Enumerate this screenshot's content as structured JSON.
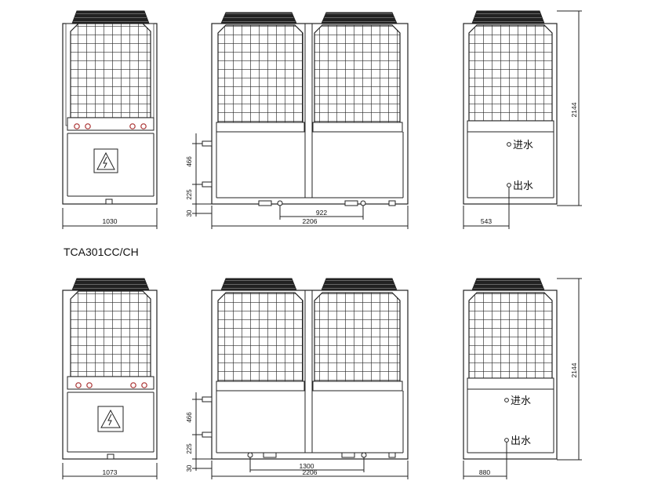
{
  "model_label": "TCA301CC/CH",
  "warning_icon": "high-voltage-warning-icon",
  "rows": [
    {
      "front_width": "1030",
      "side_inlet_height": "466",
      "side_outlet_height": "225",
      "side_base_height": "30",
      "side_pipe_spacing": "922",
      "side_width": "2206",
      "right_height": "2144",
      "right_offset": "543",
      "inlet_label": "进水",
      "outlet_label": "出水"
    },
    {
      "front_width": "1073",
      "side_inlet_height": "466",
      "side_outlet_height": "225",
      "side_base_height": "30",
      "side_pipe_spacing": "1300",
      "side_width": "2206",
      "right_height": "2144",
      "right_offset": "880",
      "inlet_label": "进水",
      "outlet_label": "出水"
    }
  ]
}
